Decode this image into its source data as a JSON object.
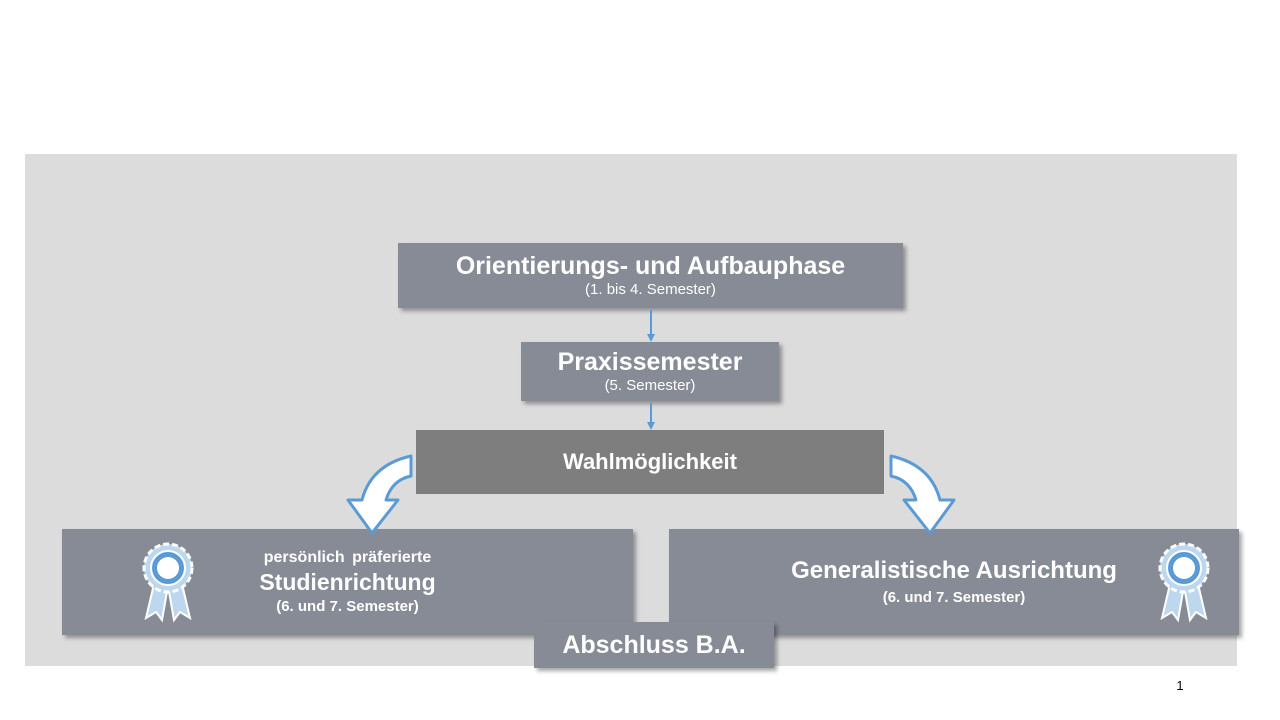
{
  "diagram": {
    "orientierung": {
      "title": "Orientierungs- und Aufbauphase",
      "subtitle": "(1. bis 4. Semester)"
    },
    "praxis": {
      "title": "Praxissemester",
      "subtitle": "(5. Semester)"
    },
    "wahl": {
      "title": "Wahlmöglichkeit"
    },
    "left": {
      "pre": "persönlich präferierte",
      "title": "Studienrichtung",
      "subtitle": "(6. und 7. Semester)"
    },
    "right": {
      "title": "Generalistische Ausrichtung",
      "subtitle": "(6. und 7. Semester)"
    },
    "abschluss": {
      "title": "Abschluss B.A."
    }
  },
  "icons": [
    "award-ribbon-icon",
    "curved-arrow-icon",
    "arrow-down-icon"
  ],
  "colors": {
    "panel": "#dcdcdc",
    "box": "#878b96",
    "wahl_box": "#7e7e7e",
    "arrow": "#5b9bd5"
  },
  "slide": {
    "page_number": "1"
  }
}
